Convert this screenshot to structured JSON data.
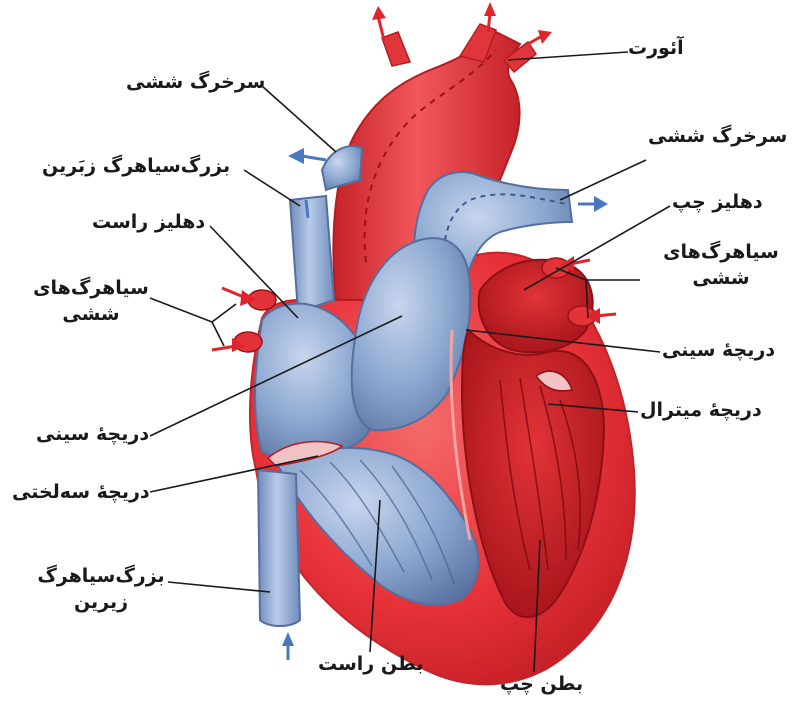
{
  "colors": {
    "oxygenated": "#e8323a",
    "oxygenated_dark": "#b8181e",
    "deoxygenated": "#8aa6cf",
    "deoxygenated_dark": "#566f9e",
    "arrow_red": "#e0242b",
    "arrow_blue": "#4a78c0"
  },
  "labels": {
    "aorta": "آئورت",
    "pulmonary_artery_left": "سرخرگ ششی",
    "superior_vena_cava": "بزرگ‌سیاهرگ زبَرین",
    "right_atrium": "دهلیز راست",
    "pulmonary_veins_right_side": "سیاهرگ‌های ششی",
    "semilunar_valve_left": "دریچهٔ سینی",
    "tricuspid_valve": "دریچهٔ سه‌لختی",
    "inferior_vena_cava": "بزرگ‌سیاهرگ زیرین",
    "right_ventricle": "بطن راست",
    "left_ventricle": "بطن چپ",
    "pulmonary_artery_right": "سرخرگ ششی",
    "left_atrium": "دهلیز چپ",
    "pulmonary_veins_left_side": "سیاهرگ‌های ششی",
    "semilunar_valve_right": "دریچهٔ سینی",
    "mitral_valve": "دریچهٔ میترال"
  }
}
